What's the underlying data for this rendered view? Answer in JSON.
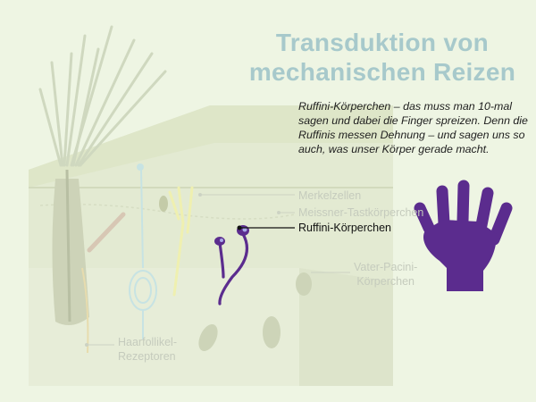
{
  "title": [
    "Transduktion von",
    "mechanischen Reizen"
  ],
  "description": "Ruffini-Körperchen – das muss man 10-mal sagen und dabei die Finger spreizen. Denn die Ruffinis messen Dehnung – und sagen uns so auch, was unser Körper gerade macht.",
  "labels": {
    "merkel": "Merkelzellen",
    "meissner": "Meissner-Tastkörperchen",
    "ruffini": "Ruffini-Körperchen",
    "pacini": [
      "Vater-Pacini-",
      "Körperchen"
    ],
    "hair": [
      "Haarfollikel-",
      "Rezeptoren"
    ]
  },
  "colors": {
    "background": "#eef5e3",
    "title": "#a7c9cb",
    "highlight": "#5b2c8e",
    "faded_label": "#c5cbbd"
  },
  "icons": {
    "hand": "hand-icon"
  }
}
